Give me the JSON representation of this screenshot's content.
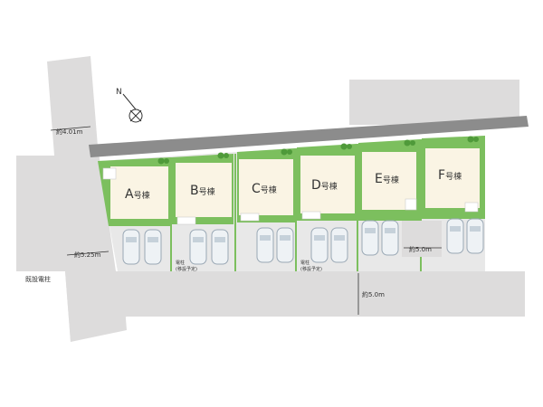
{
  "colors": {
    "road": "#dddcdc",
    "parking": "#e8e8e8",
    "garden": "#7cbf5e",
    "building": "#faf4e4",
    "wall": "#8c8c8c",
    "text": "#333333"
  },
  "compass": {
    "label": "N"
  },
  "units": [
    {
      "letter": "A",
      "suffix": "号棟"
    },
    {
      "letter": "B",
      "suffix": "号棟"
    },
    {
      "letter": "C",
      "suffix": "号棟"
    },
    {
      "letter": "D",
      "suffix": "号棟"
    },
    {
      "letter": "E",
      "suffix": "号棟"
    },
    {
      "letter": "F",
      "suffix": "号棟"
    }
  ],
  "labels": {
    "road_west_width": "約4.01m",
    "road_front_width": "約5.25m",
    "road_south_width": "約5.0m",
    "access_width": "約5.0m",
    "existing_pole": "既設電柱",
    "pole_a": "電柱",
    "pole_b": "(移設予定)"
  }
}
